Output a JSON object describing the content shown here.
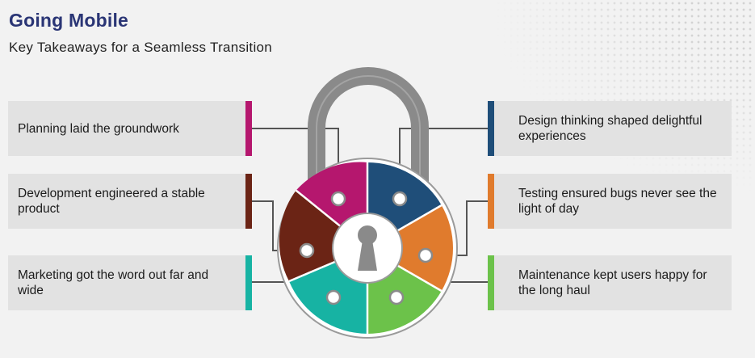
{
  "header": {
    "title": "Going Mobile",
    "subtitle": "Key Takeaways for a Seamless Transition"
  },
  "colors": {
    "planning": "#b5176e",
    "design": "#1f4e79",
    "development": "#6b2415",
    "testing": "#e07b2d",
    "marketing": "#17b3a3",
    "maintenance": "#6cc24a",
    "shackle": "#8a8a8a"
  },
  "takeaways": {
    "planning": "Planning laid the groundwork",
    "development": "Development engineered a stable product",
    "marketing": "Marketing got the word out far and wide",
    "design": "Design thinking shaped delightful experiences",
    "testing": "Testing ensured bugs never see the light of day",
    "maintenance": "Maintenance kept users happy for the long haul"
  }
}
